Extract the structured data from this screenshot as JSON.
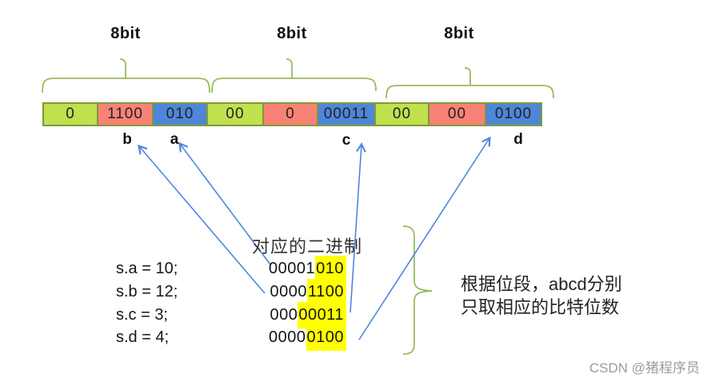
{
  "header": {
    "bit_labels": [
      "8bit",
      "8bit",
      "8bit"
    ]
  },
  "memory": {
    "cells": [
      {
        "value": "0",
        "color": "green"
      },
      {
        "value": "1100",
        "color": "red"
      },
      {
        "value": "010",
        "color": "blue"
      },
      {
        "value": "00",
        "color": "green"
      },
      {
        "value": "0",
        "color": "red"
      },
      {
        "value": "00011",
        "color": "blue"
      },
      {
        "value": "00",
        "color": "green"
      },
      {
        "value": "00",
        "color": "red"
      },
      {
        "value": "0100",
        "color": "blue"
      }
    ],
    "field_labels": [
      "b",
      "a",
      "c",
      "d"
    ]
  },
  "binary_section": {
    "title": "对应的二进制",
    "assignments": [
      {
        "code": "s.a = 10;",
        "binary_prefix": "00001",
        "binary_highlight": "010"
      },
      {
        "code": "s.b = 12;",
        "binary_prefix": "0000",
        "binary_highlight": "1100"
      },
      {
        "code": "s.c = 3;",
        "binary_prefix": "000",
        "binary_highlight": "00011"
      },
      {
        "code": "s.d = 4;",
        "binary_prefix": "0000",
        "binary_highlight": "0100"
      }
    ]
  },
  "note": {
    "line1": "根据位段，abcd分别",
    "line2": "只取相应的比特位数"
  },
  "watermark": {
    "text": "CSDN @猪程序员"
  },
  "colors": {
    "cell_green": "#c0e04e",
    "cell_red": "#f98276",
    "cell_blue": "#4e86d9",
    "cell_border": "#7f9a38",
    "brace": "#9bbb59",
    "arrow": "#4f86dd",
    "highlight": "#ffff00",
    "watermark_gray": "#9c9c9c"
  }
}
